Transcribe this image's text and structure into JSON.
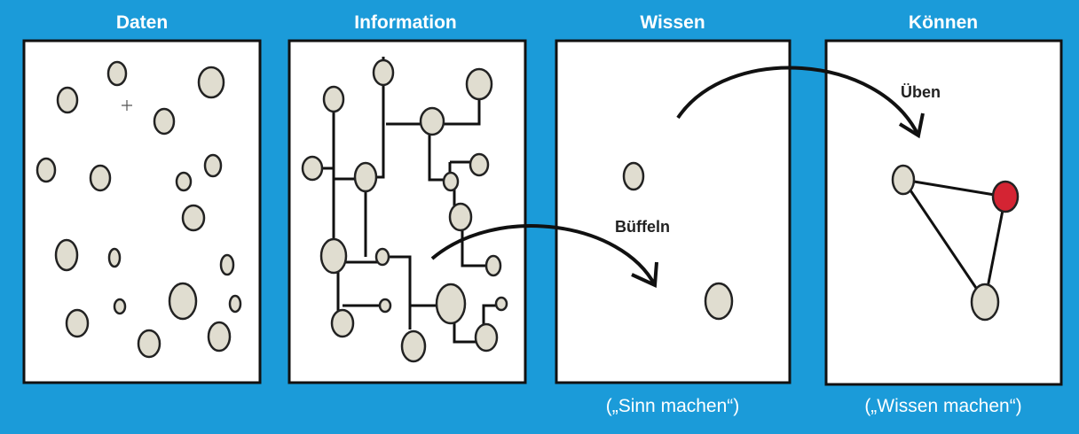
{
  "panels": [
    {
      "title": "Daten"
    },
    {
      "title": "Information"
    },
    {
      "title": "Wissen",
      "subtitle": "(„Sinn machen“)"
    },
    {
      "title": "Können",
      "subtitle": "(„Wissen machen“)"
    }
  ],
  "arrows": {
    "buffeln": "Büffeln",
    "uben": "Üben"
  },
  "colors": {
    "background": "#1b9bd9",
    "dot": "#e0ddd0",
    "highlight": "#d42433"
  }
}
